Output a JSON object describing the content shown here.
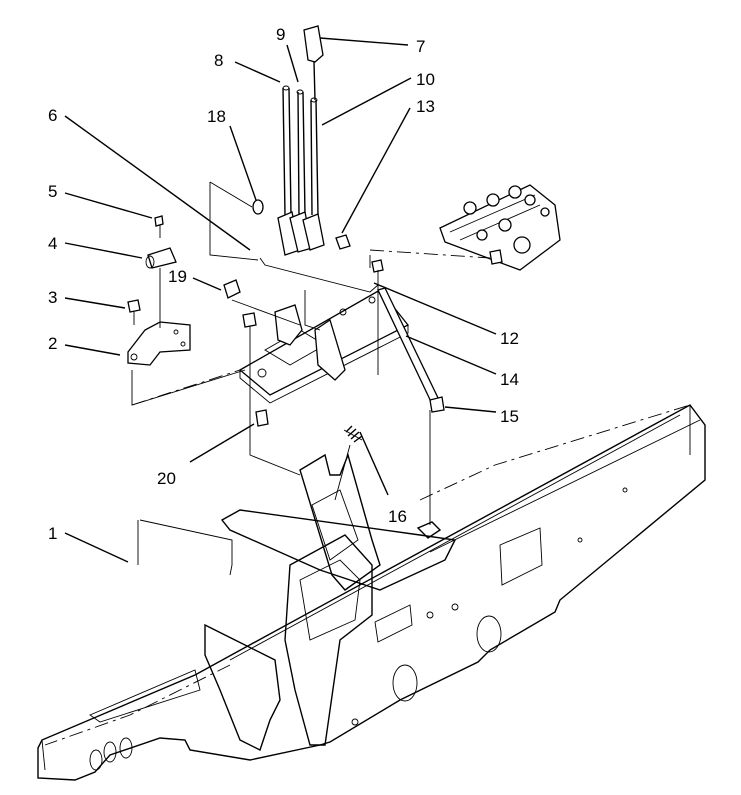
{
  "callouts": [
    {
      "id": "1",
      "label": "1"
    },
    {
      "id": "2",
      "label": "2"
    },
    {
      "id": "3",
      "label": "3"
    },
    {
      "id": "4",
      "label": "4"
    },
    {
      "id": "5",
      "label": "5"
    },
    {
      "id": "6",
      "label": "6"
    },
    {
      "id": "7",
      "label": "7"
    },
    {
      "id": "8",
      "label": "8"
    },
    {
      "id": "9",
      "label": "9"
    },
    {
      "id": "10",
      "label": "10"
    },
    {
      "id": "12",
      "label": "12"
    },
    {
      "id": "13",
      "label": "13"
    },
    {
      "id": "14",
      "label": "14"
    },
    {
      "id": "15",
      "label": "15"
    },
    {
      "id": "16",
      "label": "16"
    },
    {
      "id": "18",
      "label": "18"
    },
    {
      "id": "19",
      "label": "19"
    },
    {
      "id": "20",
      "label": "20"
    }
  ]
}
